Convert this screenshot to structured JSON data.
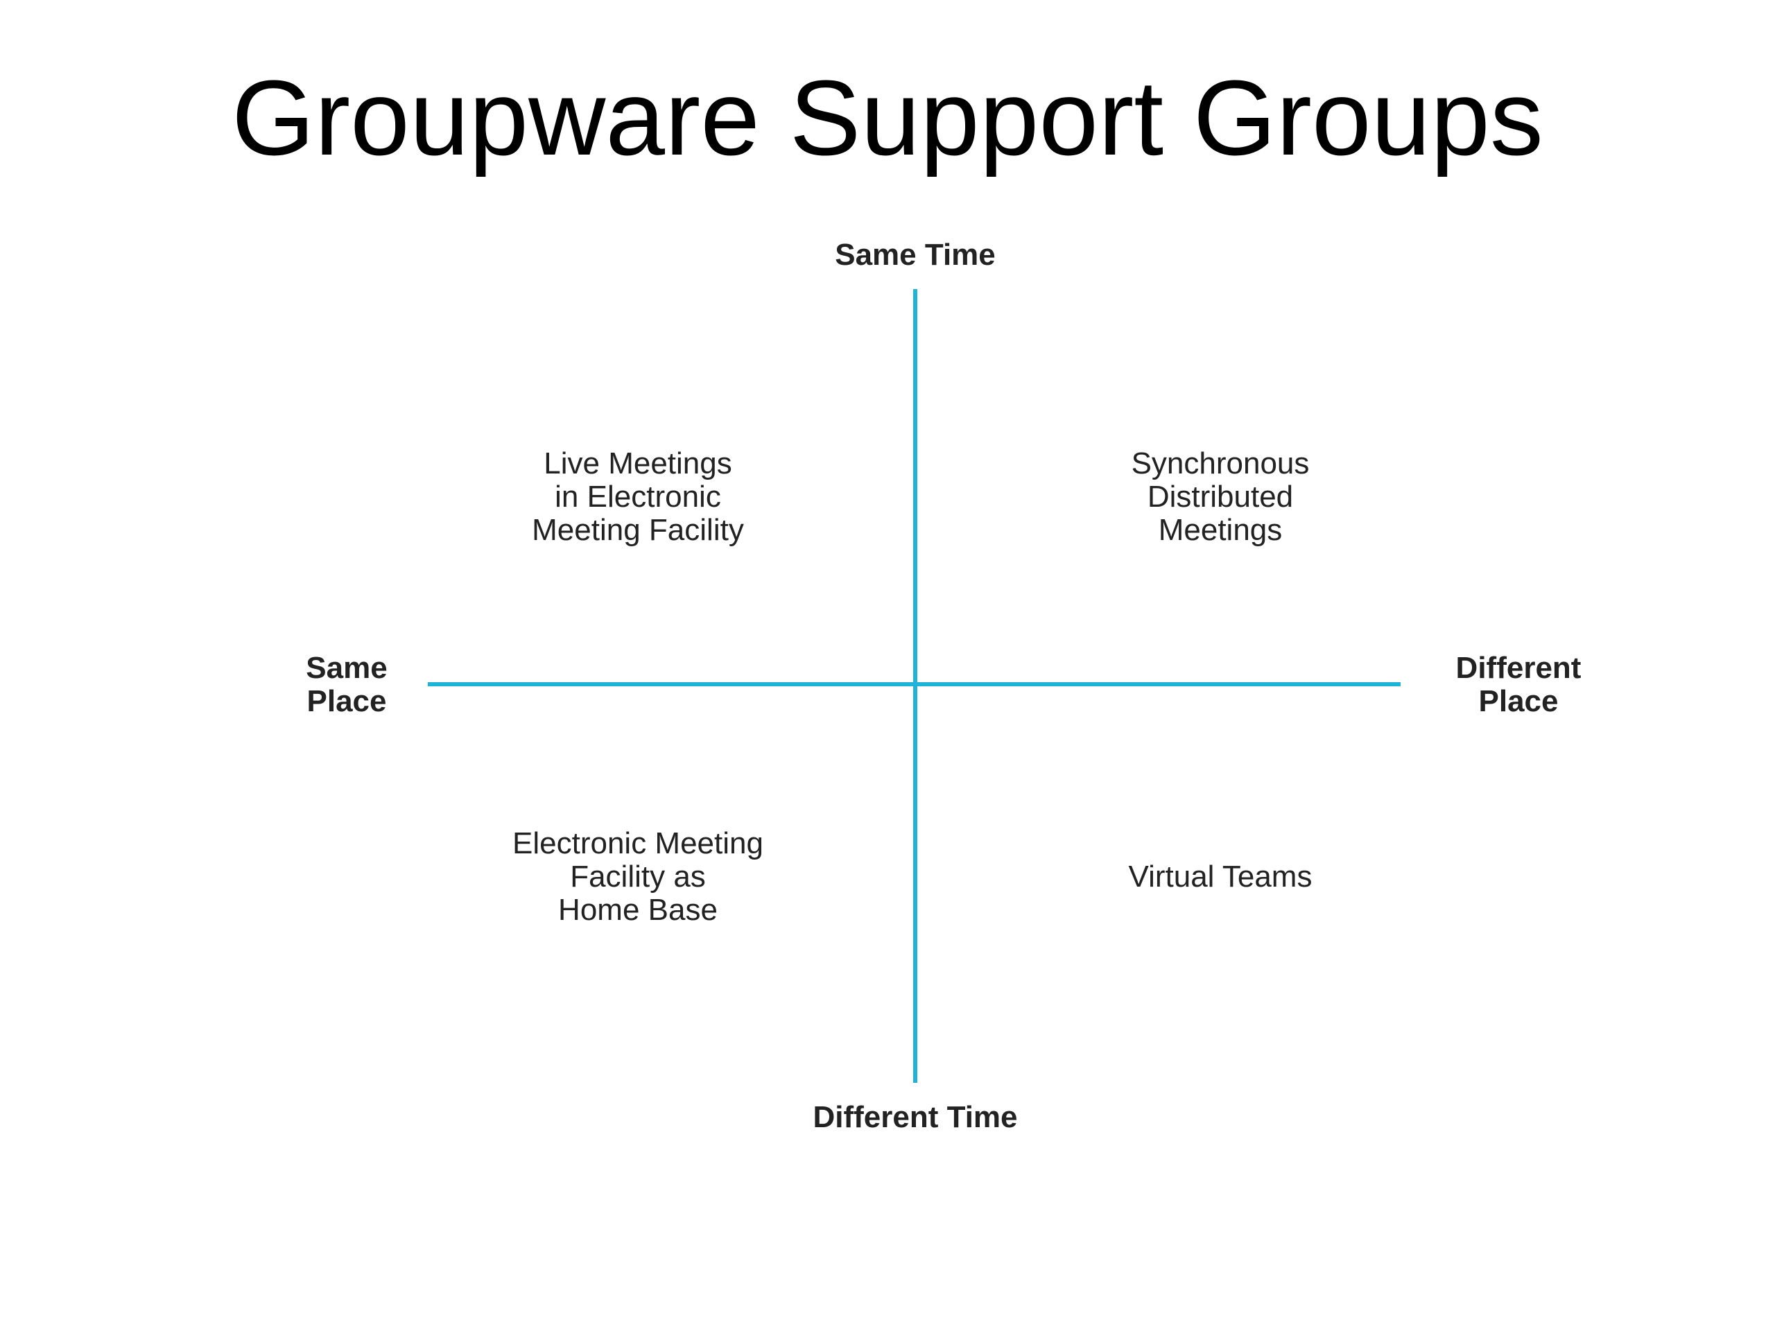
{
  "title": "Groupware Support Groups",
  "diagram": {
    "axis_color": "#1fb3d9",
    "axes": {
      "top": "Same Time",
      "bottom": "Different Time",
      "left": "Same\nPlace",
      "right": "Different\nPlace"
    },
    "quadrants": {
      "top_left": "Live Meetings\nin Electronic\nMeeting Facility",
      "top_right": "Synchronous\nDistributed\nMeetings",
      "bottom_left": "Electronic Meeting\nFacility as\nHome Base",
      "bottom_right": "Virtual Teams"
    }
  }
}
